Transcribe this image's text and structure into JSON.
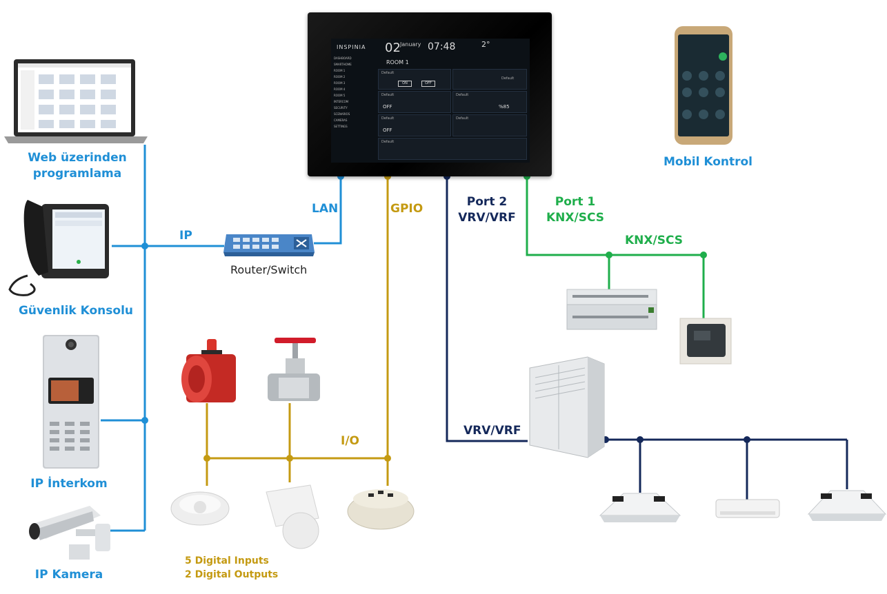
{
  "labels": {
    "web_programming": [
      "Web üzerinden",
      "programlama"
    ],
    "security_console": "Güvenlik Konsolu",
    "ip_intercom": "IP İnterkom",
    "ip_camera": "IP Kamera",
    "ip": "IP",
    "lan": "LAN",
    "router_switch": "Router/Switch",
    "gpio": "GPIO",
    "port2": [
      "Port 2",
      "VRV/VRF"
    ],
    "port1": [
      "Port 1",
      "KNX/SCS"
    ],
    "knx_scs": "KNX/SCS",
    "mobile_control": "Mobil Kontrol",
    "io": "I/O",
    "vrv_vrf": "VRV/VRF",
    "digital_io": [
      "5 Digital Inputs",
      "2 Digital Outputs"
    ]
  },
  "panel_screen": {
    "logo": "INSPINIA",
    "day": "02",
    "month": "January",
    "time": "07:48",
    "temp": "2°",
    "room": "ROOM 1",
    "sidebar": [
      "DASHBOARD",
      "SMARTHOME",
      "ROOM 1",
      "ROOM 2",
      "ROOM 3",
      "ROOM 4",
      "ROOM 5",
      "INTERCOM",
      "SECURITY",
      "SCENARIOS",
      "CAMERAS",
      "SETTINGS"
    ],
    "tile_title": "Default",
    "on": "ON",
    "off": "OFF",
    "pct": "%85"
  },
  "colors": {
    "blue": "#1f8fd6",
    "gold": "#c49a12",
    "navy": "#14285a",
    "green": "#1fae4b"
  }
}
